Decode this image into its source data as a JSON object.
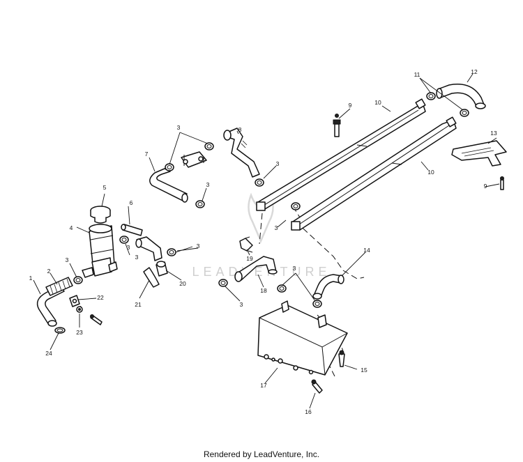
{
  "watermark": {
    "text": "LEADVENTURE"
  },
  "credit": "Rendered by LeadVenture, Inc.",
  "callouts": [
    {
      "id": "1",
      "label": "1"
    },
    {
      "id": "2",
      "label": "2"
    },
    {
      "id": "3a",
      "label": "3"
    },
    {
      "id": "3b",
      "label": "3"
    },
    {
      "id": "3c",
      "label": "3"
    },
    {
      "id": "3d",
      "label": "3"
    },
    {
      "id": "3e",
      "label": "3"
    },
    {
      "id": "3f",
      "label": "3"
    },
    {
      "id": "3g",
      "label": "3"
    },
    {
      "id": "3h",
      "label": "3"
    },
    {
      "id": "3i",
      "label": "3"
    },
    {
      "id": "3j",
      "label": "3"
    },
    {
      "id": "4",
      "label": "4"
    },
    {
      "id": "5",
      "label": "5"
    },
    {
      "id": "6",
      "label": "6"
    },
    {
      "id": "7",
      "label": "7"
    },
    {
      "id": "8",
      "label": "8"
    },
    {
      "id": "9a",
      "label": "9"
    },
    {
      "id": "9b",
      "label": "9"
    },
    {
      "id": "10a",
      "label": "10"
    },
    {
      "id": "10b",
      "label": "10"
    },
    {
      "id": "11",
      "label": "11"
    },
    {
      "id": "12",
      "label": "12"
    },
    {
      "id": "13",
      "label": "13"
    },
    {
      "id": "14",
      "label": "14"
    },
    {
      "id": "15",
      "label": "15"
    },
    {
      "id": "16",
      "label": "16"
    },
    {
      "id": "17",
      "label": "17"
    },
    {
      "id": "18",
      "label": "18"
    },
    {
      "id": "19",
      "label": "19"
    },
    {
      "id": "20",
      "label": "20"
    },
    {
      "id": "21",
      "label": "21"
    },
    {
      "id": "22",
      "label": "22"
    },
    {
      "id": "23",
      "label": "23"
    },
    {
      "id": "24",
      "label": "24"
    }
  ]
}
